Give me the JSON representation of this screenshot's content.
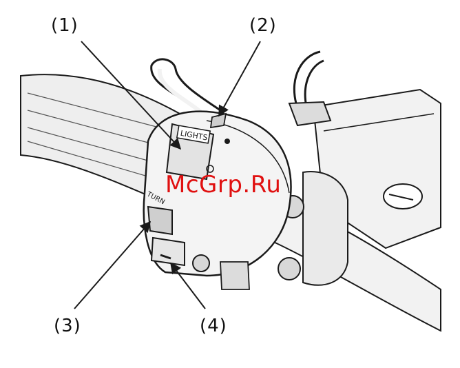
{
  "callouts": {
    "one": "(1)",
    "two": "(2)",
    "three": "(3)",
    "four": "(4)"
  },
  "switch_labels": {
    "lights": "LIGHTS",
    "turn": "TURN"
  },
  "watermark": "McGrp.Ru",
  "colors": {
    "line": "#1a1a1a",
    "fill_light": "#f2f2f2",
    "fill_mid": "#cfcfcf",
    "fill_dark": "#8a8a8a",
    "watermark": "#e01010"
  }
}
